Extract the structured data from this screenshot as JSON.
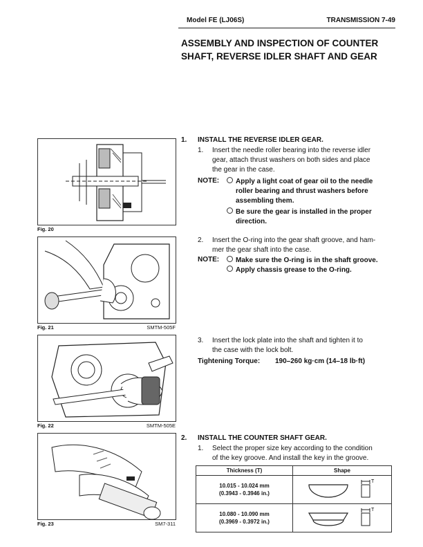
{
  "header": {
    "model": "Model FE (LJ06S)",
    "page": "TRANSMISSION 7-49"
  },
  "title_line1": "ASSEMBLY AND INSPECTION OF COUNTER",
  "title_line2": "SHAFT, REVERSE IDLER SHAFT AND GEAR",
  "figures": [
    {
      "label": "Fig. 20",
      "code": ""
    },
    {
      "label": "Fig. 21",
      "code": "SMTM-505F"
    },
    {
      "label": "Fig. 22",
      "code": "SMTM-505E"
    },
    {
      "label": "Fig. 23",
      "code": "SM7-311"
    }
  ],
  "section1": {
    "num": "1.",
    "heading": "INSTALL THE REVERSE IDLER GEAR.",
    "step1_num": "1.",
    "step1_l1": "Insert the needle roller bearing into the reverse idler",
    "step1_l2": "gear, attach thrust washers on both sides and place",
    "step1_l3": "the gear in the case.",
    "note_label": "NOTE:",
    "note1_l1": "Apply a light coat of gear oil to the needle",
    "note1_l2": "roller bearing and thrust washers before",
    "note1_l3": "assembling them.",
    "note2_l1": "Be sure the gear is installed in the proper",
    "note2_l2": "direction.",
    "step2_num": "2.",
    "step2_l1": "Insert the O-ring into the gear shaft groove, and ham-",
    "step2_l2": "mer the gear shaft into the case.",
    "note_label2": "NOTE:",
    "note3": "Make sure the O-ring is in the shaft groove.",
    "note4": "Apply chassis grease to the O-ring.",
    "step3_num": "3.",
    "step3_l1": "Insert the lock plate into the shaft and tighten it to",
    "step3_l2": "the case with the lock bolt.",
    "torque_label": "Tightening Torque:",
    "torque_value": "190–260 kg·cm (14–18 lb·ft)"
  },
  "section2": {
    "num": "2.",
    "heading": "INSTALL THE COUNTER SHAFT GEAR.",
    "step1_num": "1.",
    "step1_l1": "Select the proper size key according to the condition",
    "step1_l2": "of the key groove. And install the key in the groove."
  },
  "table": {
    "col1": "Thickness (T)",
    "col2": "Shape",
    "rows": [
      {
        "mm": "10.015 - 10.024 mm",
        "in": "(0.3943 - 0.3946 in.)",
        "dim": "T"
      },
      {
        "mm": "10.080 - 10.090 mm",
        "in": "(0.3969 - 0.3972 in.)",
        "dim": "T"
      }
    ]
  }
}
